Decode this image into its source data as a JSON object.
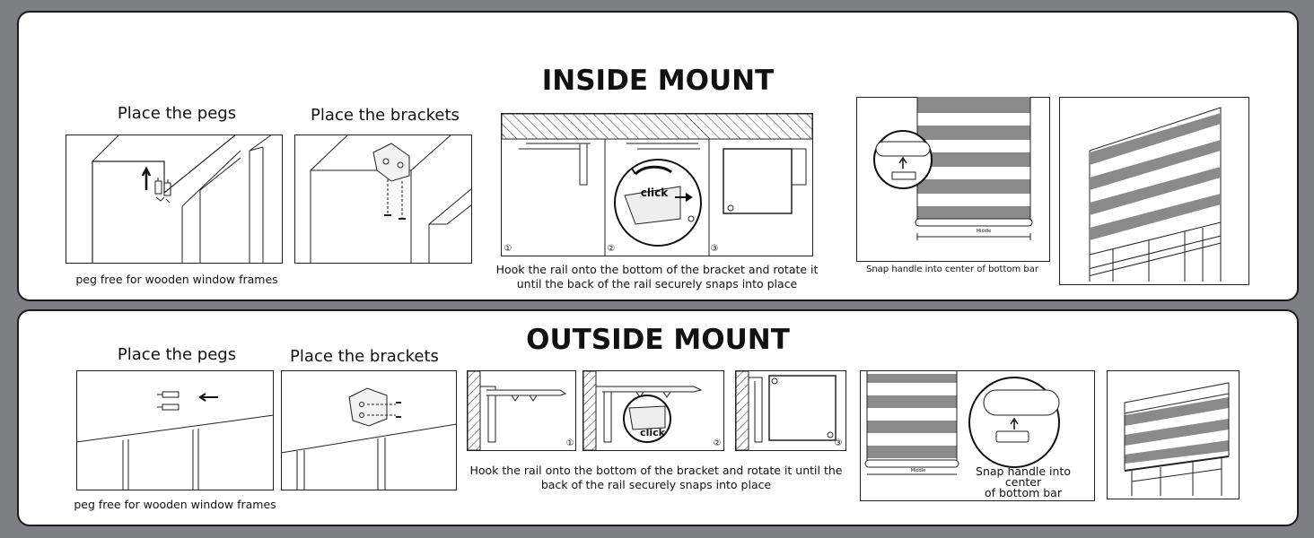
{
  "inside": {
    "title": "INSIDE MOUNT",
    "step_pegs": "Place the pegs",
    "step_brackets": "Place the brackets",
    "peg_note": "peg free for wooden window frames",
    "hook_caption": "Hook the rail onto the bottom of the bracket and rotate it\nuntil the back of the rail securely snaps into place",
    "snap_caption": "Snap handle into center of bottom bar",
    "click": "click",
    "middle": "Middle",
    "nums": [
      "①",
      "②",
      "③"
    ]
  },
  "outside": {
    "title": "OUTSIDE MOUNT",
    "step_pegs": "Place the pegs",
    "step_brackets": "Place the brackets",
    "peg_note": "peg free for wooden window frames",
    "hook_caption": "Hook the rail onto the bottom of the bracket and rotate it until the\nback of the rail securely snaps into place",
    "snap_caption": "Snap handle into center\nof bottom bar",
    "click": "click",
    "middle": "Middle",
    "nums": [
      "①",
      "②",
      "③"
    ]
  },
  "colors": {
    "background": "#7d7f84",
    "panel": "#ffffff",
    "stripe": "#8a8a8a",
    "line": "#222222"
  }
}
